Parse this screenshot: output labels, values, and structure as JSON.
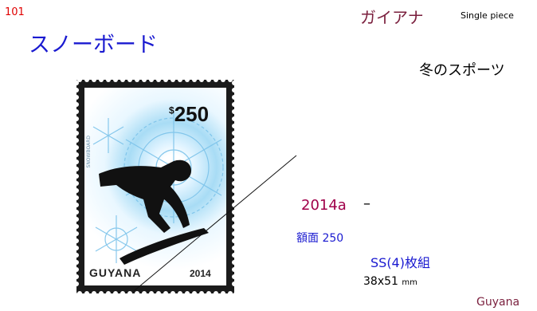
{
  "header": {
    "number": "101",
    "country_jp": "ガイアナ",
    "single_piece": "Single piece"
  },
  "title": "スノーボード",
  "theme": "冬のスポーツ",
  "stamp": {
    "denomination_symbol": "$",
    "denomination_value": "250",
    "country": "GUYANA",
    "year": "2014",
    "side_text": "SNOWBOARD",
    "colors": {
      "frame": "#1b1b1b",
      "ice": "#a8dcf5",
      "silhouette": "#111111"
    },
    "artwork_icon": "snowboarder-silhouette"
  },
  "details": {
    "issue": "2014a",
    "dash": "–",
    "face_value": "額面 250",
    "set": "SS(4)枚組",
    "size": "38x51",
    "size_unit": "mm",
    "country_en": "Guyana"
  }
}
